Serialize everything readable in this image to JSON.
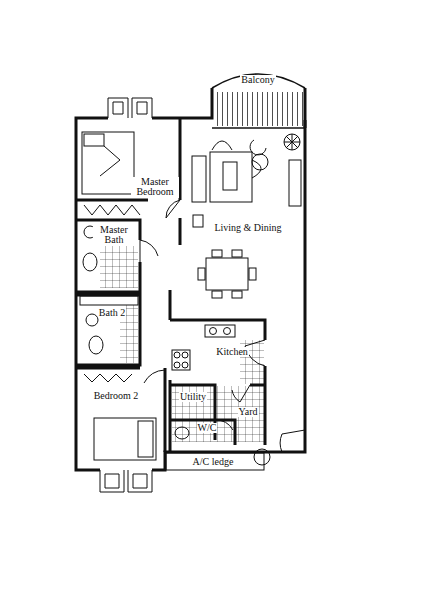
{
  "diagram": {
    "nodes": [
      {
        "text": [
          "Balcony"
        ]
      },
      {
        "text": [
          "Master Bedroom"
        ]
      },
      {
        "text": [
          "Living & Dining"
        ]
      },
      {
        "text": [
          "Master Bath"
        ]
      },
      {
        "text": [
          "Bath 2"
        ]
      },
      {
        "text": [
          "Kitchen"
        ]
      },
      {
        "text": [
          "Bedroom 2"
        ]
      },
      {
        "text": [
          "Utility"
        ]
      },
      {
        "text": [
          "Yard"
        ]
      },
      {
        "text": [
          "W/C"
        ]
      },
      {
        "text": [
          "A/C ledge"
        ]
      }
    ]
  }
}
